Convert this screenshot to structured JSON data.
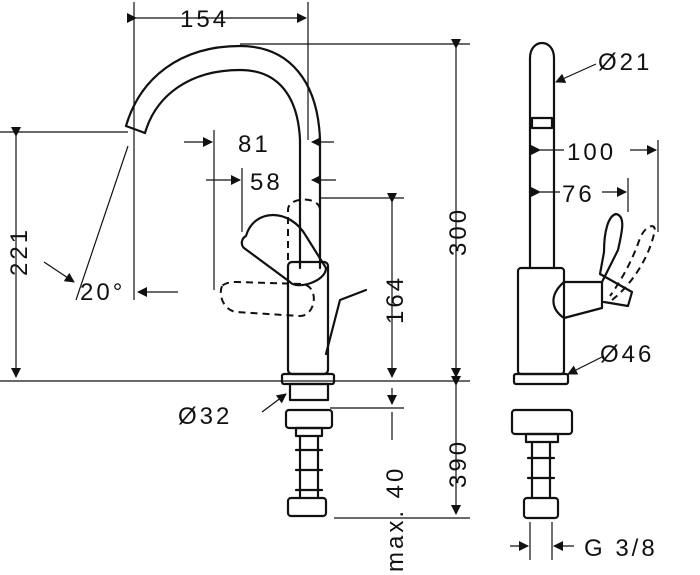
{
  "front_view": {
    "dim_reach": "154",
    "dim_81": "81",
    "dim_58": "58",
    "dim_height_total": "300",
    "dim_height_spout": "221",
    "dim_height_lever": "164",
    "dim_angle": "20°",
    "dim_base_diameter": "Ø32",
    "dim_below_deck": "390",
    "dim_max": "max. 40"
  },
  "side_view": {
    "dim_spout_diameter": "Ø21",
    "dim_100": "100",
    "dim_76": "76",
    "dim_body_diameter": "Ø46",
    "dim_thread": "G 3/8"
  }
}
